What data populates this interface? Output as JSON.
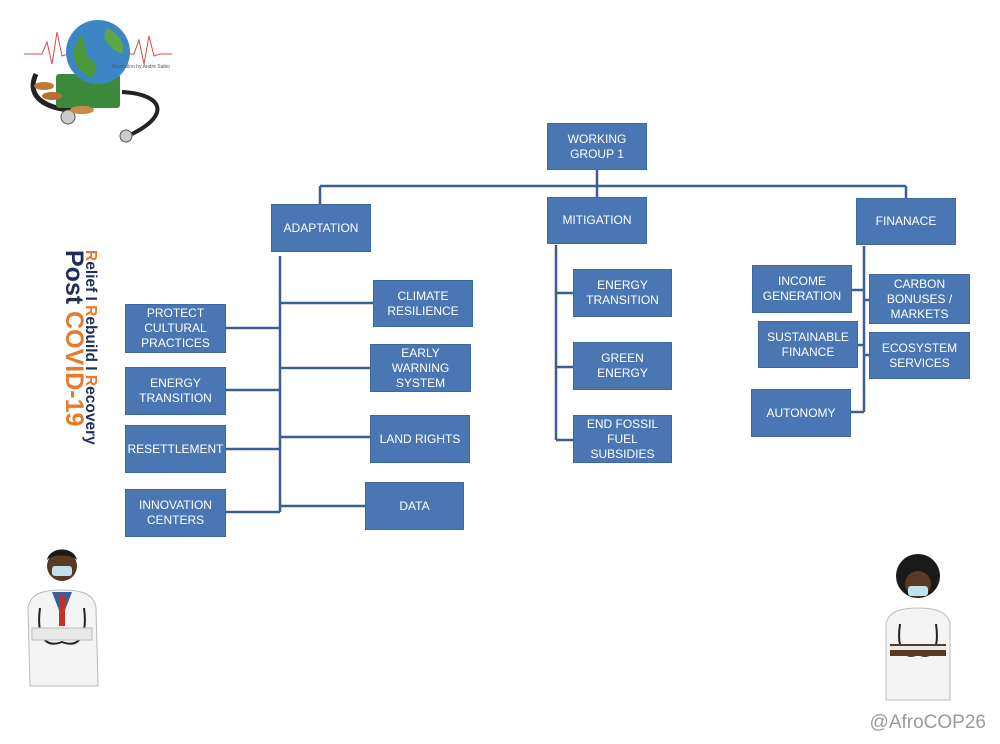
{
  "chart_data": {
    "type": "diagram",
    "root": "WORKING GROUP 1",
    "branches": [
      {
        "name": "ADAPTATION",
        "children_left": [
          "PROTECT CULTURAL PRACTICES",
          "ENERGY TRANSITION",
          "RESETTLEMENT",
          "INNOVATION CENTERS"
        ],
        "children_right": [
          "CLIMATE RESILIENCE",
          "EARLY WARNING SYSTEM",
          "LAND RIGHTS",
          "DATA"
        ]
      },
      {
        "name": "MITIGATION",
        "children": [
          "ENERGY TRANSITION",
          "GREEN ENERGY",
          "END FOSSIL FUEL SUBSIDIES"
        ]
      },
      {
        "name": "FINANACE",
        "children_left": [
          "INCOME GENERATION",
          "SUSTAINABLE FINANCE",
          "AUTONOMY"
        ],
        "children_right": [
          "CARBON BONUSES / MARKETS",
          "ECOSYSTEM SERVICES"
        ]
      }
    ]
  },
  "labels": {
    "root": "WORKING GROUP 1",
    "adaptation": "ADAPTATION",
    "mitigation": "MITIGATION",
    "finance": "FINANACE",
    "protect": "PROTECT CULTURAL PRACTICES",
    "energy_a": "ENERGY TRANSITION",
    "resettlement": "RESETTLEMENT",
    "innovation": "INNOVATION CENTERS",
    "climate": "CLIMATE RESILIENCE",
    "early": "EARLY WARNING SYSTEM",
    "land": "LAND RIGHTS",
    "data": "DATA",
    "energy_m": "ENERGY TRANSITION",
    "green": "GREEN ENERGY",
    "fossil": "END FOSSIL FUEL SUBSIDIES",
    "income": "INCOME GENERATION",
    "sustainable": "SUSTAINABLE FINANCE",
    "autonomy": "AUTONOMY",
    "carbon": "CARBON BONUSES / MARKETS",
    "ecosystem": "ECOSYSTEM SERVICES"
  },
  "side_title": {
    "line1_a": "Post ",
    "line1_b": "COVID-19",
    "line2": [
      {
        "letter": "R",
        "rest": "elief",
        "sep": " I "
      },
      {
        "letter": "R",
        "rest": "ebuild",
        "sep": " I "
      },
      {
        "letter": "R",
        "rest": "ecovery",
        "sep": ""
      }
    ]
  },
  "logo_caption": "Illustration by Andre Sabio",
  "handle": "@AfroCOP26",
  "colors": {
    "box": "#4a77b4",
    "line": "#3b5f95",
    "navy": "#1f2f5a",
    "orange": "#e8792b"
  }
}
